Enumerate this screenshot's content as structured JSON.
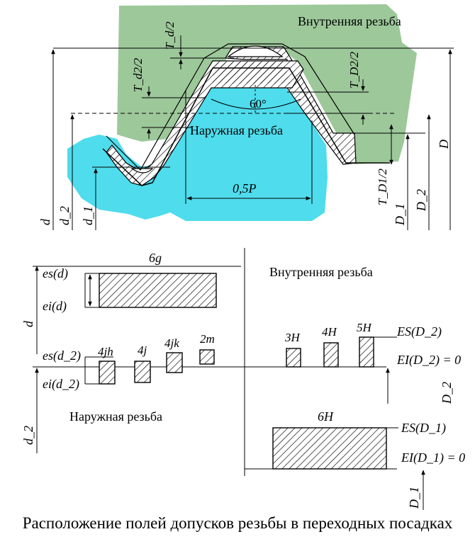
{
  "colors": {
    "internal_region": "#9dc89a",
    "external_region": "#4fdcec",
    "line": "#000000",
    "background": "#ffffff"
  },
  "top_view": {
    "internal_label": "Внутренняя резьба",
    "external_label": "Наружная резьба",
    "angle_label": "60°",
    "pitch_label": "0,5P",
    "td_half": "T_d/2",
    "td2_half": "T_d2/2",
    "tD2_half": "T_D2/2",
    "tD1_half": "T_D1/2",
    "dim_d": "d",
    "dim_d2": "d_2",
    "dim_d1": "d_1",
    "dim_D": "D",
    "dim_D2": "D_2",
    "dim_D1": "D_1"
  },
  "bottom_view": {
    "field_6g": "6g",
    "internal_label": "Внутренняя резьба",
    "external_label": "Наружная резьба",
    "es_d": "es(d)",
    "ei_d": "ei(d)",
    "es_d2": "es(d_2)",
    "ei_d2": "ei(d_2)",
    "axis_d": "d",
    "axis_d2": "d_2",
    "axis_D2": "D_2",
    "axis_D1": "D_1",
    "fields_external": [
      "4jh",
      "4j",
      "4jk",
      "2m"
    ],
    "fields_internal_d2": [
      "3H",
      "4H",
      "5H"
    ],
    "field_6H": "6H",
    "ES_D2": "ES(D_2)",
    "EI_D2": "EI(D_2) = 0",
    "ES_D1": "ES(D_1)",
    "EI_D1": "EI(D_1) = 0"
  },
  "caption": "Расположение полей допусков резьбы в переходных посадках"
}
